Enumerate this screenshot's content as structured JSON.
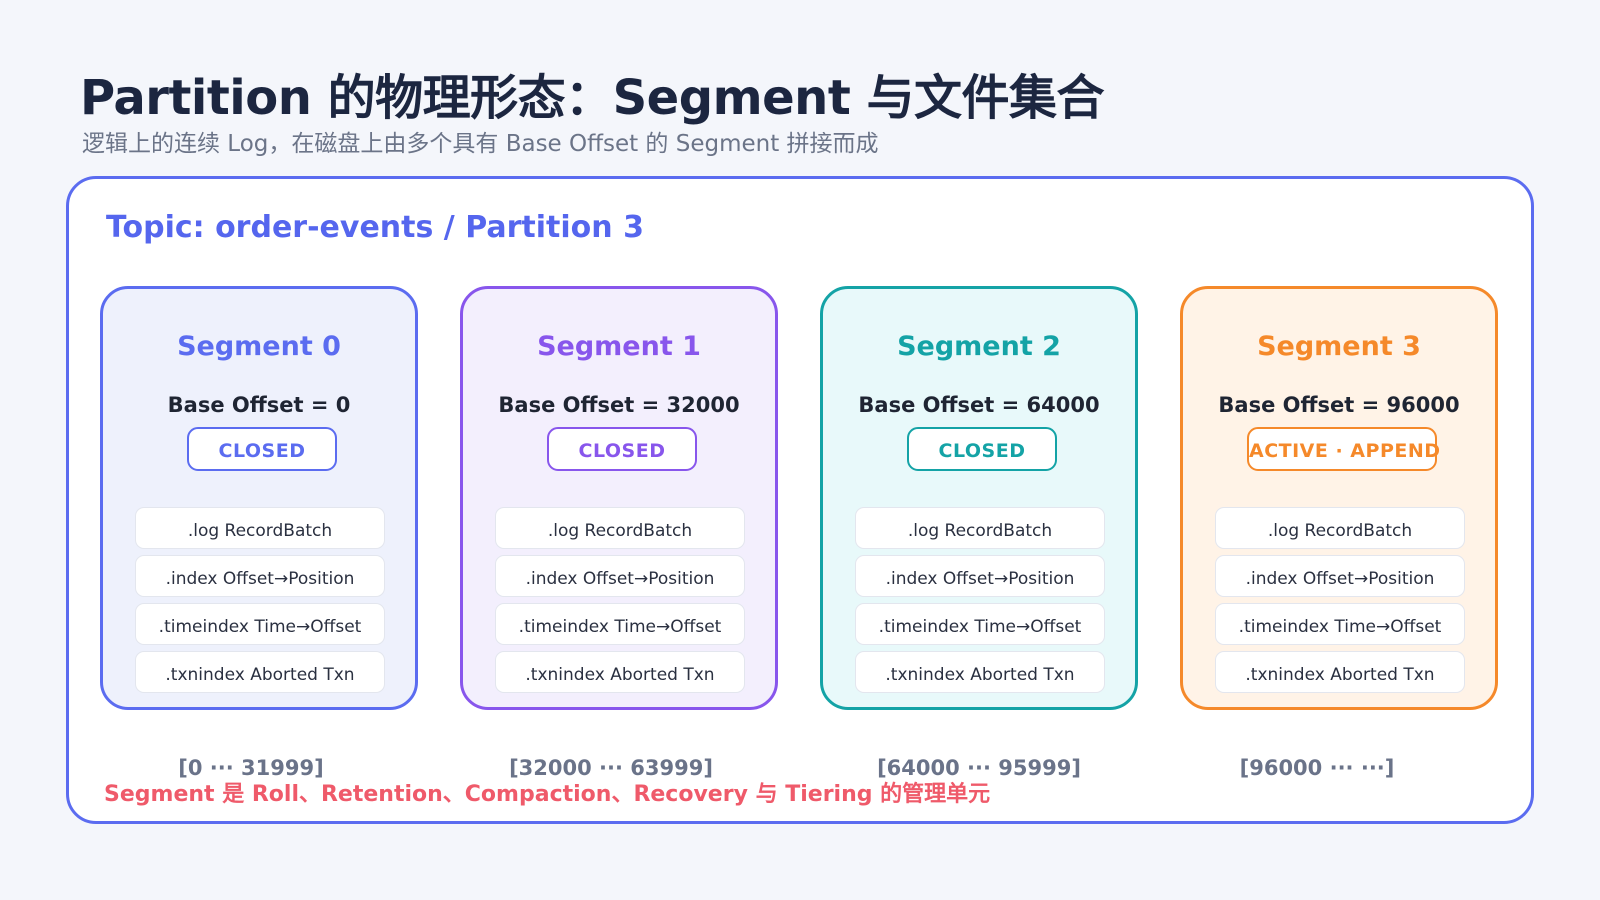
{
  "header": {
    "title": "Partition 的物理形态：Segment 与文件集合",
    "subtitle": "逻辑上的连续 Log，在磁盘上由多个具有 Base Offset 的 Segment 拼接而成"
  },
  "topic": {
    "title": "Topic: order-events / Partition 3"
  },
  "segments": [
    {
      "name": "Segment 0",
      "base_offset": "Base Offset = 0",
      "state": "CLOSED",
      "range": "[0 ··· 31999]",
      "color": "#5b6cf0",
      "bg": "#eef1fc",
      "files": [
        ".log  RecordBatch",
        ".index  Offset→Position",
        ".timeindex  Time→Offset",
        ".txnindex  Aborted Txn"
      ]
    },
    {
      "name": "Segment 1",
      "base_offset": "Base Offset = 32000",
      "state": "CLOSED",
      "range": "[32000 ··· 63999]",
      "color": "#8856ec",
      "bg": "#f3effd",
      "files": [
        ".log  RecordBatch",
        ".index  Offset→Position",
        ".timeindex  Time→Offset",
        ".txnindex  Aborted Txn"
      ]
    },
    {
      "name": "Segment 2",
      "base_offset": "Base Offset = 64000",
      "state": "CLOSED",
      "range": "[64000 ··· 95999]",
      "color": "#14a3a6",
      "bg": "#e8f9fa",
      "files": [
        ".log  RecordBatch",
        ".index  Offset→Position",
        ".timeindex  Time→Offset",
        ".txnindex  Aborted Txn"
      ]
    },
    {
      "name": "Segment 3",
      "base_offset": "Base Offset = 96000",
      "state": "ACTIVE · APPEND",
      "range": "[96000 ··· ···]",
      "color": "#f5892a",
      "bg": "#fff3e7",
      "files": [
        ".log  RecordBatch",
        ".index  Offset→Position",
        ".timeindex  Time→Offset",
        ".txnindex  Aborted Txn"
      ]
    }
  ],
  "footnote": "Segment 是 Roll、Retention、Compaction、Recovery 与 Tiering 的管理单元"
}
